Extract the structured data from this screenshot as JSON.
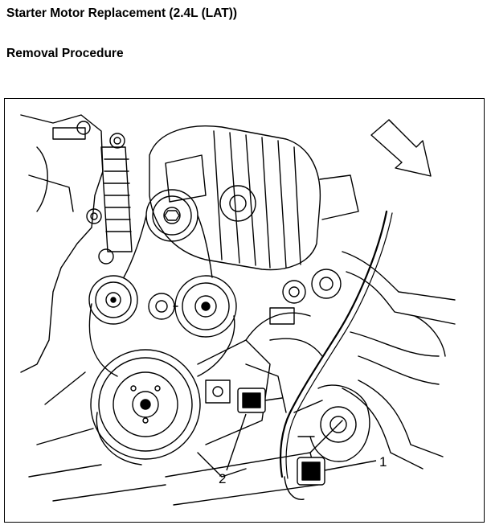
{
  "document": {
    "title": "Starter Motor Replacement (2.4L (LAT))",
    "section": "Removal Procedure"
  },
  "figure": {
    "callouts": [
      {
        "label": "1"
      },
      {
        "label": "2"
      }
    ]
  }
}
